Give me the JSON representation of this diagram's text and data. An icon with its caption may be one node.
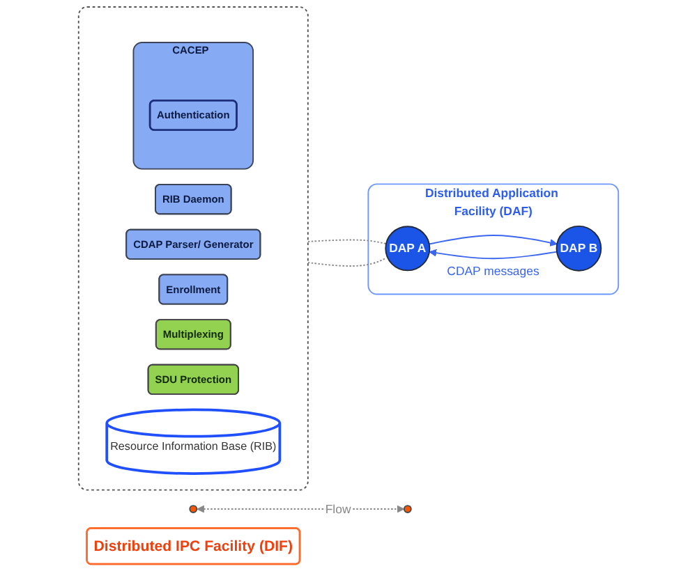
{
  "diagram": {
    "nodes": [
      {
        "text": [],
        "shape": "box"
      },
      {
        "text": [
          "RIB Daemon"
        ],
        "in": 0
      },
      {
        "text": [
          "CACEP"
        ],
        "in": 0
      },
      {
        "text": [
          "Authentication"
        ],
        "in": 2
      },
      {
        "text": [
          "CDAP Parser/ Generator"
        ],
        "in": 0
      },
      {
        "text": [
          "Enrollment"
        ],
        "in": 0
      },
      {
        "text": [
          "Multiplexing"
        ],
        "in": 0
      },
      {
        "text": [
          "SDU Protection"
        ],
        "in": 0
      },
      {
        "text": [
          "Resource Information Base (RIB)"
        ],
        "in": 0
      },
      {
        "text": [
          "Distributed Application Facility (DAF)"
        ]
      },
      {
        "text": [
          "DAP A"
        ],
        "in": 9
      },
      {
        "text": [
          "DAP B"
        ],
        "in": 9
      },
      {
        "text": [],
        "shape": "circle"
      },
      {
        "text": [],
        "shape": "circle"
      },
      {
        "text": [
          "Distributed IPC Facility (DIF)"
        ]
      }
    ],
    "edges": [
      {
        "from": 0,
        "to": 10,
        "arrow": "none",
        "style": "dashed"
      },
      {
        "from": 0,
        "to": 10,
        "arrow": "none",
        "style": "dashed"
      },
      {
        "from": 10,
        "to": 11,
        "arrow": "to",
        "color": "#3a66f0"
      },
      {
        "from": 11,
        "to": 10,
        "arrow": "to",
        "label": "CDAP messages",
        "color": "#3a66f0"
      },
      {
        "from": 12,
        "to": 13,
        "arrow": "both",
        "label": "Flow",
        "style": "dashed"
      }
    ]
  }
}
